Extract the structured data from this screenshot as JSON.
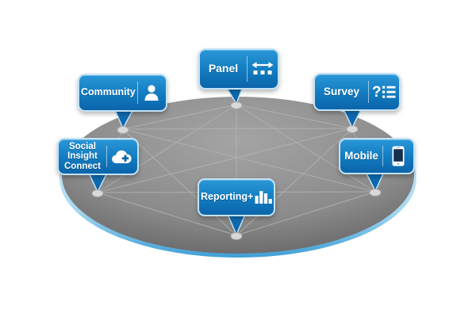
{
  "diagram": {
    "type": "hub-network-platform",
    "description_visible_text_only": true
  },
  "nodes": [
    {
      "id": "panel",
      "label": "Panel",
      "icon": "range-slider-icon"
    },
    {
      "id": "community",
      "label": "Community",
      "icon": "person-icon"
    },
    {
      "id": "survey",
      "label": "Survey",
      "icon": "question-list-icon"
    },
    {
      "id": "social-insight-connect",
      "label": "Social Insight Connect",
      "icon": "cloud-plus-icon"
    },
    {
      "id": "mobile",
      "label": "Mobile",
      "icon": "smartphone-icon"
    },
    {
      "id": "reporting",
      "label": "Reporting+",
      "icon": "bar-chart-icon"
    }
  ],
  "connections": "complete-graph-all-nodes-linked",
  "colors": {
    "bubble_top": "#2a97d8",
    "bubble_bottom": "#0b64aa",
    "bubble_border": "#c3e3f5",
    "disc_top_gray": "#a3a3a3",
    "disc_bottom_gray": "#565656",
    "rim_blue": "#3f9fd6",
    "network_line": "#b3b3b3",
    "node_dot": "#d9d9d9",
    "text": "#ffffff"
  }
}
